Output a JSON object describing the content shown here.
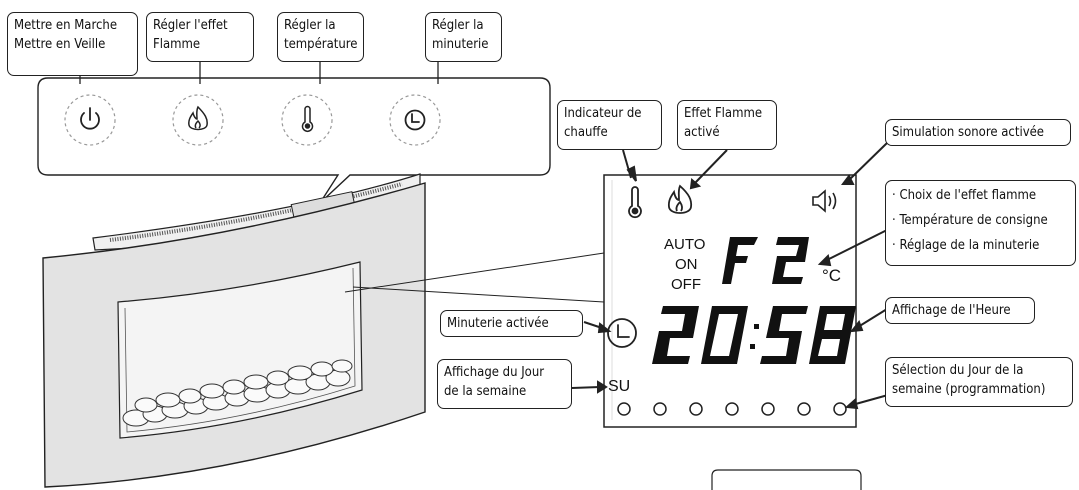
{
  "panel_buttons": [
    {
      "line1": "Mettre en Marche",
      "line2": "Mettre en  Veille",
      "icon": "power-icon"
    },
    {
      "line1": "Régler l'effet",
      "line2": "Flamme",
      "icon": "flame-icon"
    },
    {
      "line1": "Régler la",
      "line2": "température",
      "icon": "thermometer-icon"
    },
    {
      "line1": "Régler la",
      "line2": "minuterie",
      "icon": "clock-icon"
    }
  ],
  "callouts": {
    "indicateur": {
      "line1": "Indicateur de",
      "line2": "chauffe"
    },
    "flamme": {
      "line1": "Effet Flamme",
      "line2": "activé"
    },
    "sonore": "Simulation sonore activée",
    "choix": [
      "Choix de l'effet flamme",
      "Température de consigne",
      "Réglage de la minuterie"
    ],
    "heure": "Affichage de l'Heure",
    "minuterie": "Minuterie activée",
    "jour": {
      "line1": "Affichage du Jour",
      "line2": "de la semaine"
    },
    "selection": {
      "line1": "Sélection du Jour de la",
      "line2": "semaine (programmation)"
    }
  },
  "lcd": {
    "mode_auto": "AUTO",
    "mode_on": "ON",
    "mode_off": "OFF",
    "program": "F 2",
    "unit": "°C",
    "time": "20:58",
    "day": "SU",
    "day_dots": 7
  },
  "colors": {
    "line": "#222222",
    "fireplace_fill": "#e3e3e3",
    "dash": "#999999"
  }
}
